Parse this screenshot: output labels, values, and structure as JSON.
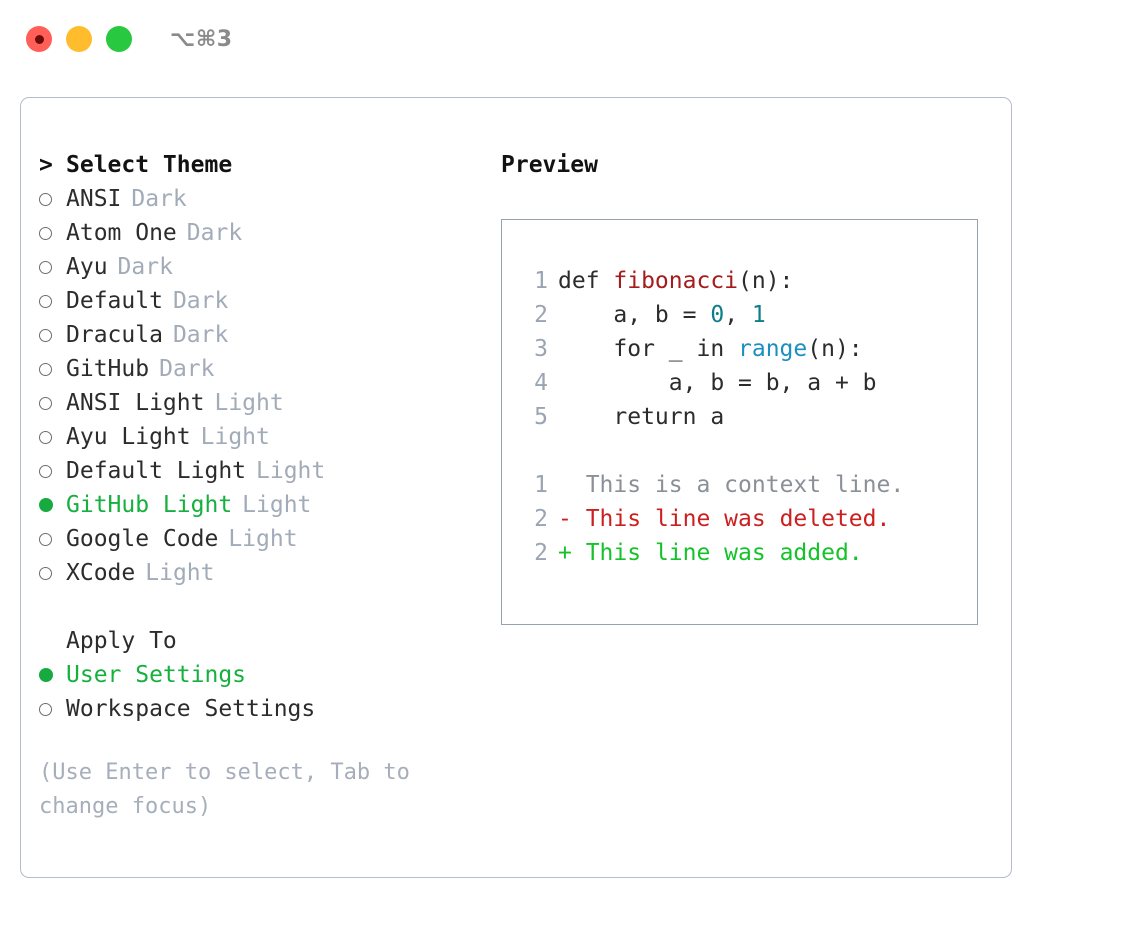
{
  "titlebar": {
    "shortcut": "⌥⌘3",
    "lights": [
      "close",
      "minimize",
      "maximize"
    ]
  },
  "theme_picker": {
    "prompt": ">",
    "heading": "Select Theme",
    "options": [
      {
        "label": "ANSI",
        "tag": "Dark",
        "selected": false
      },
      {
        "label": "Atom One",
        "tag": "Dark",
        "selected": false
      },
      {
        "label": "Ayu",
        "tag": "Dark",
        "selected": false
      },
      {
        "label": "Default",
        "tag": "Dark",
        "selected": false
      },
      {
        "label": "Dracula",
        "tag": "Dark",
        "selected": false
      },
      {
        "label": "GitHub",
        "tag": "Dark",
        "selected": false
      },
      {
        "label": "ANSI Light",
        "tag": "Light",
        "selected": false
      },
      {
        "label": "Ayu Light",
        "tag": "Light",
        "selected": false
      },
      {
        "label": "Default Light",
        "tag": "Light",
        "selected": false
      },
      {
        "label": "GitHub Light",
        "tag": "Light",
        "selected": true
      },
      {
        "label": "Google Code",
        "tag": "Light",
        "selected": false
      },
      {
        "label": "XCode",
        "tag": "Light",
        "selected": false
      }
    ]
  },
  "apply_to": {
    "heading": "Apply To",
    "options": [
      {
        "label": "User Settings",
        "selected": true
      },
      {
        "label": "Workspace Settings",
        "selected": false
      }
    ]
  },
  "hint": "(Use Enter to select, Tab to change focus)",
  "preview": {
    "title": "Preview",
    "code_lines": [
      {
        "num": "1",
        "tokens": [
          {
            "text": "def ",
            "kind": "plain"
          },
          {
            "text": "fibonacci",
            "kind": "fn"
          },
          {
            "text": "(n):",
            "kind": "plain"
          }
        ]
      },
      {
        "num": "2",
        "tokens": [
          {
            "text": "    a, b = ",
            "kind": "plain"
          },
          {
            "text": "0",
            "kind": "num"
          },
          {
            "text": ", ",
            "kind": "plain"
          },
          {
            "text": "1",
            "kind": "num"
          }
        ]
      },
      {
        "num": "3",
        "tokens": [
          {
            "text": "    for _ in ",
            "kind": "plain"
          },
          {
            "text": "range",
            "kind": "call"
          },
          {
            "text": "(n):",
            "kind": "plain"
          }
        ]
      },
      {
        "num": "4",
        "tokens": [
          {
            "text": "        a, b = b, a + b",
            "kind": "plain"
          }
        ]
      },
      {
        "num": "5",
        "tokens": [
          {
            "text": "    return a",
            "kind": "plain"
          }
        ]
      }
    ],
    "diff_lines": [
      {
        "num": "1",
        "marker": "  ",
        "text": "This is a context line.",
        "kind": "ctx"
      },
      {
        "num": "2",
        "marker": "- ",
        "text": "This line was deleted.",
        "kind": "del"
      },
      {
        "num": "2",
        "marker": "+ ",
        "text": "This line was added.",
        "kind": "add"
      }
    ]
  },
  "colors": {
    "accent_green": "#15b03e",
    "tag_gray": "#a2abb8",
    "hint_gray": "#a6aebb",
    "code_function": "#a61b1b",
    "code_number": "#0d7d8c",
    "code_call": "#1b8fc0",
    "diff_deleted": "#cc1f1f",
    "diff_added": "#14c32a",
    "panel_border": "#b4bdc9",
    "preview_border": "#97a2af",
    "light_close": "#ff5f57",
    "light_minimize": "#ffbd2e",
    "light_maximize": "#28c840"
  }
}
